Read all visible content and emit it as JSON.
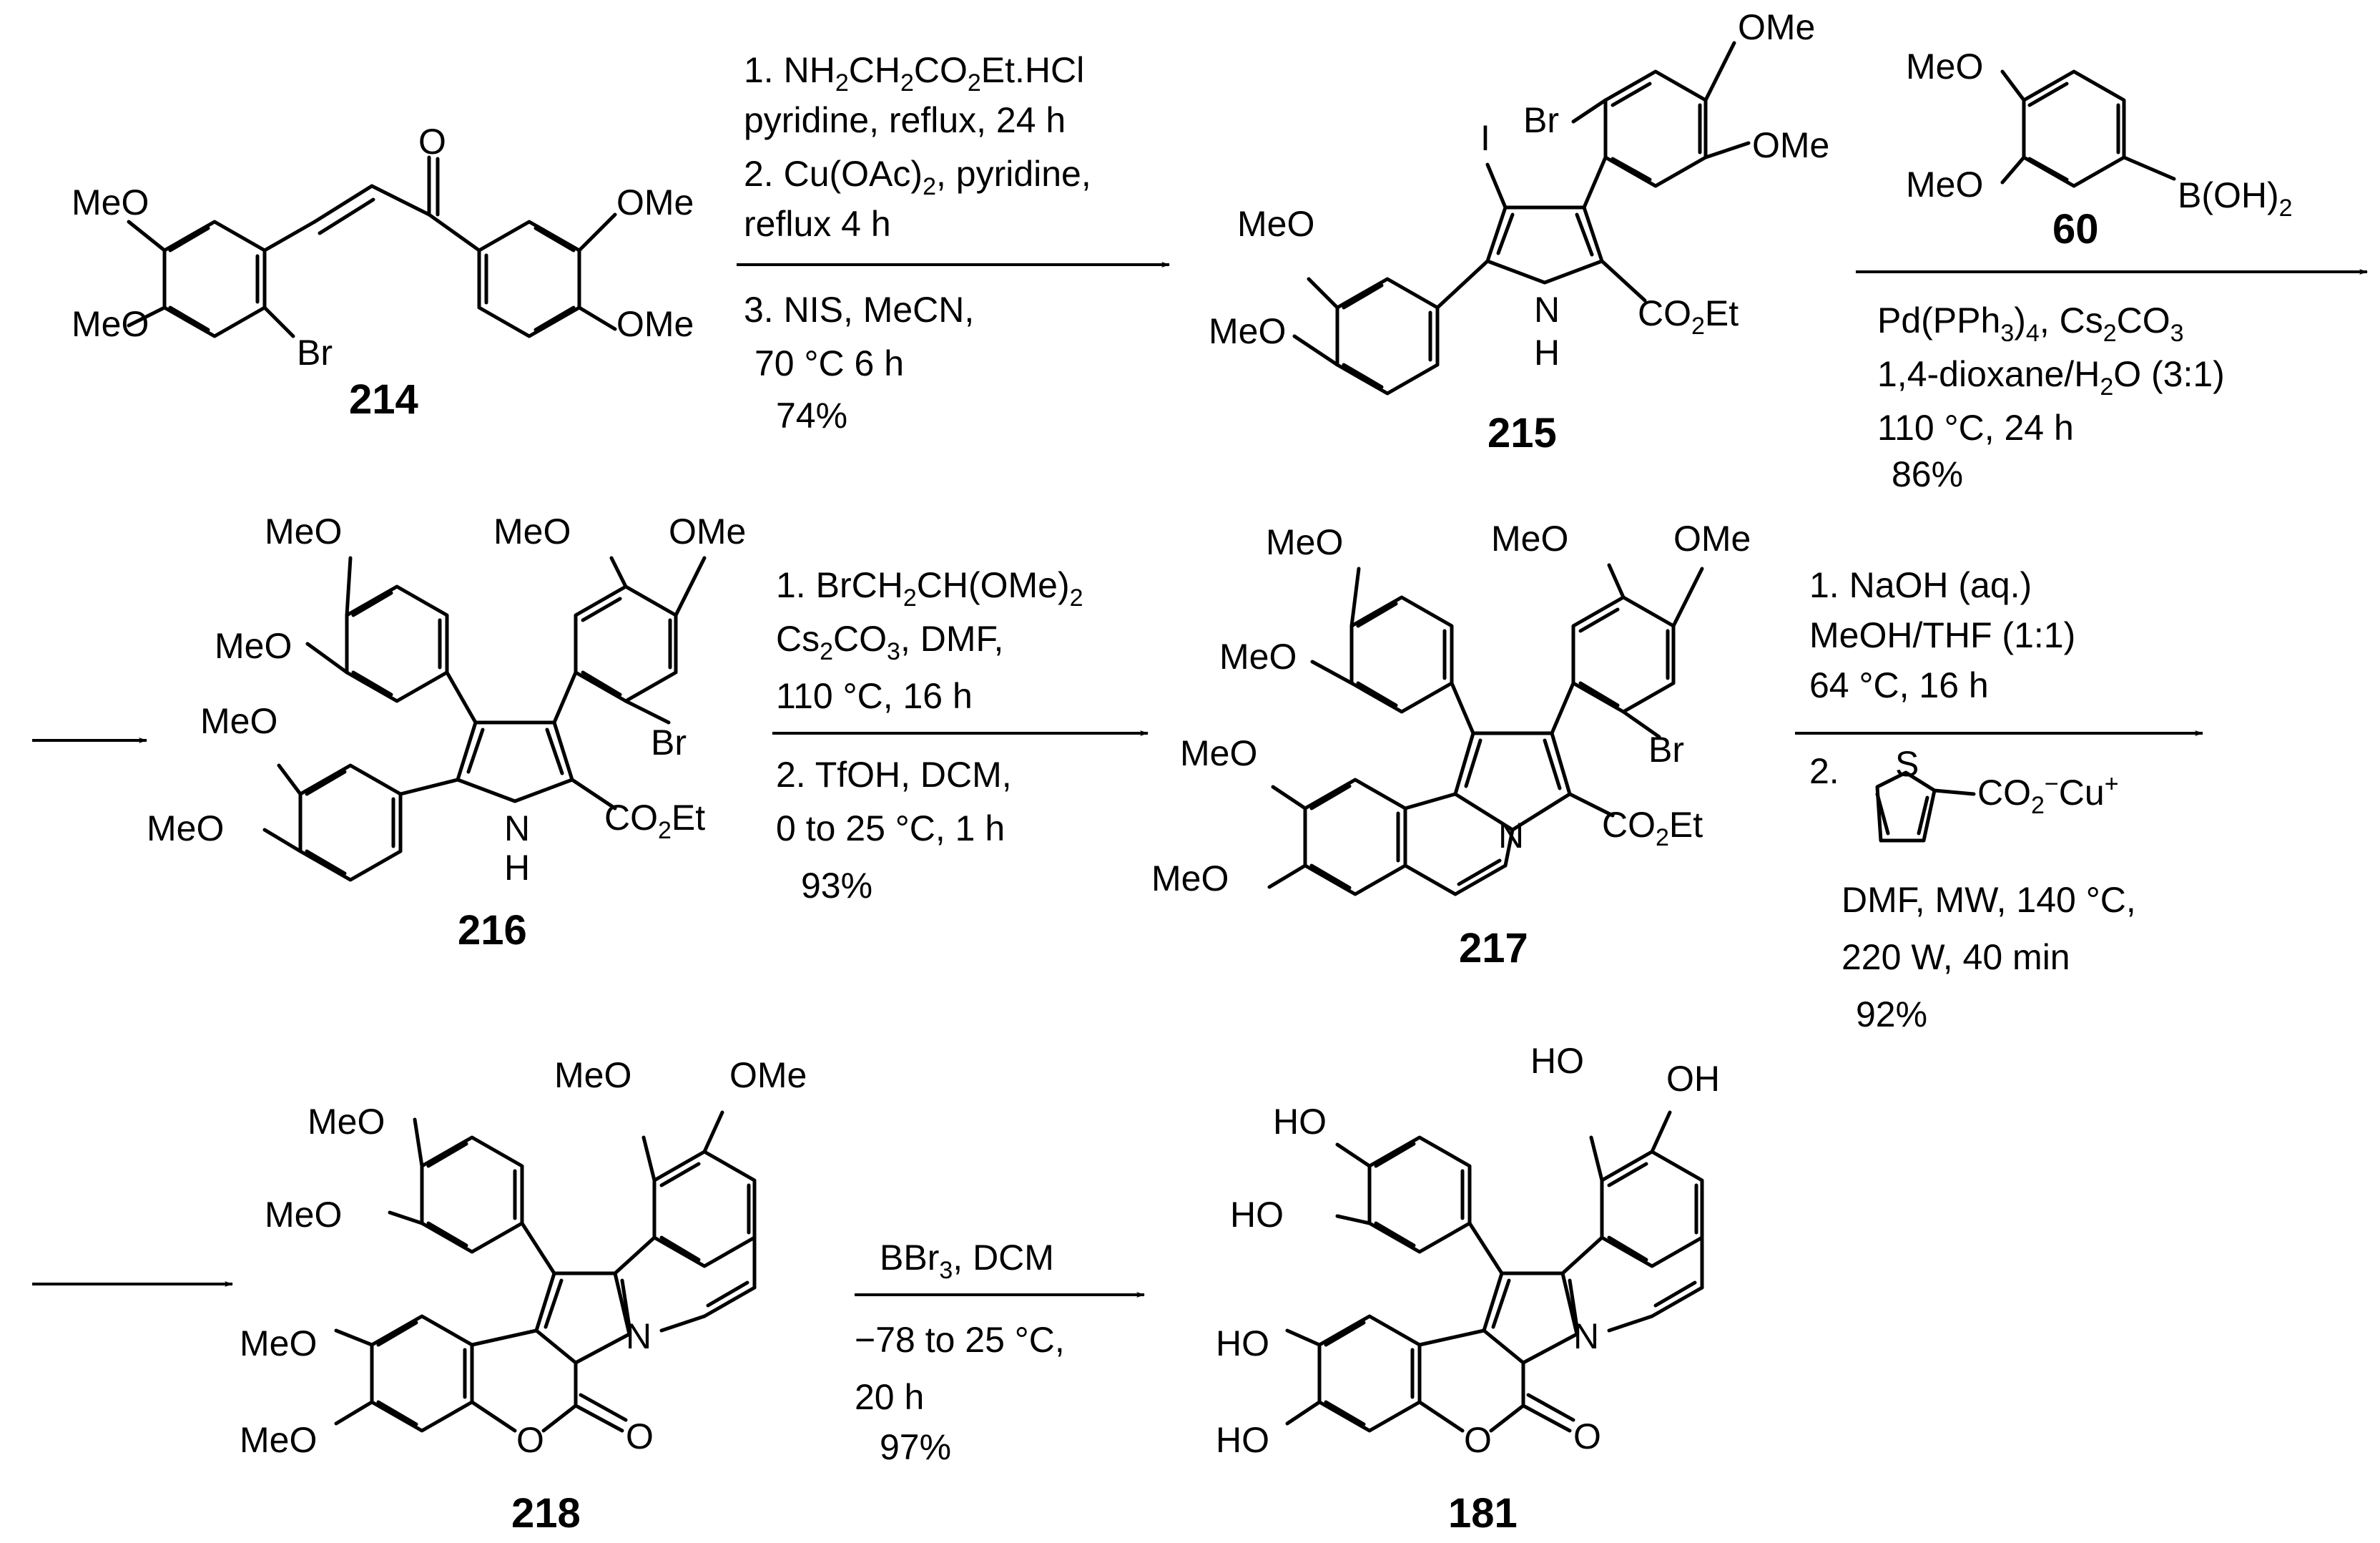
{
  "compounds": {
    "c214": "214",
    "c215": "215",
    "c60": "60",
    "c216": "216",
    "c217": "217",
    "c218": "218",
    "c181": "181"
  },
  "atoms": {
    "MeO": "MeO",
    "OMe": "OMe",
    "Br": "Br",
    "I": "I",
    "O": "O",
    "N": "N",
    "H": "H",
    "HO": "HO",
    "OH": "OH",
    "S": "S",
    "CO2Et_main": "CO",
    "CO2Et_sub": "2",
    "CO2Et_tail": "Et",
    "BOH2_main": "B(OH)",
    "BOH2_sub": "2"
  },
  "step1": {
    "l1_a": "1. NH",
    "l1_b": "2",
    "l1_c": "CH",
    "l1_d": "2",
    "l1_e": "CO",
    "l1_f": "2",
    "l1_g": "Et.HCl",
    "l2": "pyridine, reflux, 24 h",
    "l3_a": "2. Cu(OAc)",
    "l3_b": "2",
    "l3_c": ", pyridine,",
    "l4": "reflux 4 h",
    "l5": "3. NIS, MeCN,",
    "l6": "70 °C 6 h",
    "l7": "74%"
  },
  "step2": {
    "l1_a": "Pd(PPh",
    "l1_b": "3",
    "l1_c": ")",
    "l1_d": "4",
    "l1_e": ", Cs",
    "l1_f": "2",
    "l1_g": "CO",
    "l1_h": "3",
    "l2_a": "1,4-dioxane/H",
    "l2_b": "2",
    "l2_c": "O (3:1)",
    "l3": "110 °C, 24 h",
    "l4": "86%"
  },
  "step3": {
    "l1_a": "1. BrCH",
    "l1_b": "2",
    "l1_c": "CH(OMe)",
    "l1_d": "2",
    "l2_a": "Cs",
    "l2_b": "2",
    "l2_c": "CO",
    "l2_d": "3",
    "l2_e": ", DMF,",
    "l3": "110 °C, 16 h",
    "l4": "2. TfOH, DCM,",
    "l5": "0  to 25 °C, 1 h",
    "l6": "93%"
  },
  "step4": {
    "l1": "1. NaOH (aq.)",
    "l2": "MeOH/THF (1:1)",
    "l3": "64 °C, 16 h",
    "l4": "2.",
    "l5_a": "CO",
    "l5_b": "2",
    "l5_c": "−",
    "l5_d": "Cu",
    "l5_e": "+",
    "l6": "DMF,  MW,  140 °C,",
    "l7": "220 W, 40 min",
    "l8": "92%"
  },
  "step5": {
    "l1_a": "BBr",
    "l1_b": "3",
    "l1_c": ", DCM",
    "l2": "−78  to 25 °C,",
    "l3": "20 h",
    "l4": "97%"
  }
}
